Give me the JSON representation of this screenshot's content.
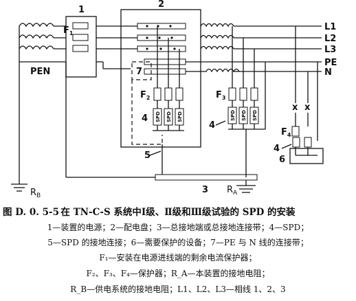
{
  "diagram": {
    "box_labels": [
      "1",
      "2",
      "3",
      "4",
      "5",
      "6",
      "7"
    ],
    "lines": [
      "L1",
      "L2",
      "L3",
      "PE",
      "N"
    ],
    "pen": "PEN",
    "fuse_labels": {
      "f1": "F",
      "f1_sub": "1",
      "f2": "F",
      "f2_sub": "2",
      "f3": "F",
      "f3_sub": "3",
      "f4": "F",
      "f4_sub": "4"
    },
    "spd": "SPD",
    "rb": "R",
    "rb_sub": "B",
    "ra": "R",
    "ra_sub": "A"
  },
  "caption": {
    "figure_no": "图 D. 0. 5-5",
    "title": "在 TN-C-S 系统中Ⅰ级、Ⅱ级和Ⅲ级试验的 SPD 的安装",
    "line1": "1—装置的电源；2—配电盘；3—总接地端或总接地连接带；4—SPD；",
    "line2": "5—SPD 的接地连接；6—需要保护的设备；7—PE 与 N 线的连接带；",
    "line3": "F₁—安装在电源进线端的剩余电流保护器；",
    "line4": "F₂、F₃、F₄—保护器；R_A—本装置的接地电阻；",
    "line5": "R_B—供电系统的接地电阻；L1、L2、L3—相线 1、2、3"
  }
}
